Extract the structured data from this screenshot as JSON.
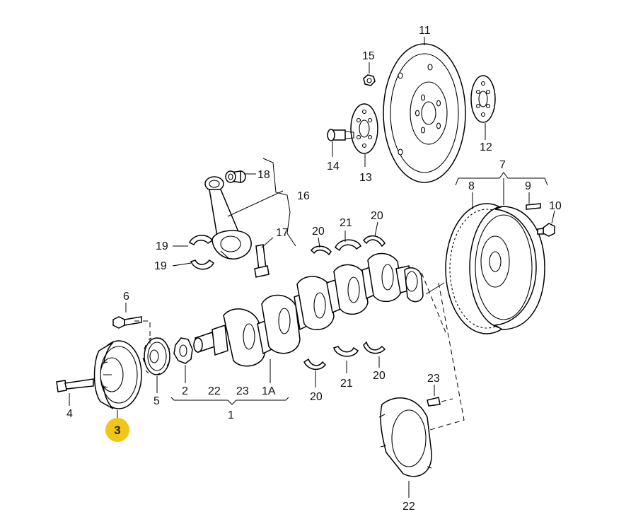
{
  "callouts": {
    "c1": "1",
    "c1a": "1A",
    "c2": "2",
    "c3": "3",
    "c4": "4",
    "c5": "5",
    "c6": "6",
    "c7": "7",
    "c8": "8",
    "c9": "9",
    "c10": "10",
    "c11": "11",
    "c12": "12",
    "c13": "13",
    "c14": "14",
    "c15": "15",
    "c16": "16",
    "c17": "17",
    "c18": "18",
    "c19a": "19",
    "c19b": "19",
    "c20a": "20",
    "c20b": "20",
    "c20c": "20",
    "c20d": "20",
    "c21a": "21",
    "c21b": "21",
    "c22a": "22",
    "c22b": "22",
    "c23a": "23",
    "c23b": "23"
  },
  "highlight": {
    "label": "3",
    "color": "#f2c618"
  }
}
